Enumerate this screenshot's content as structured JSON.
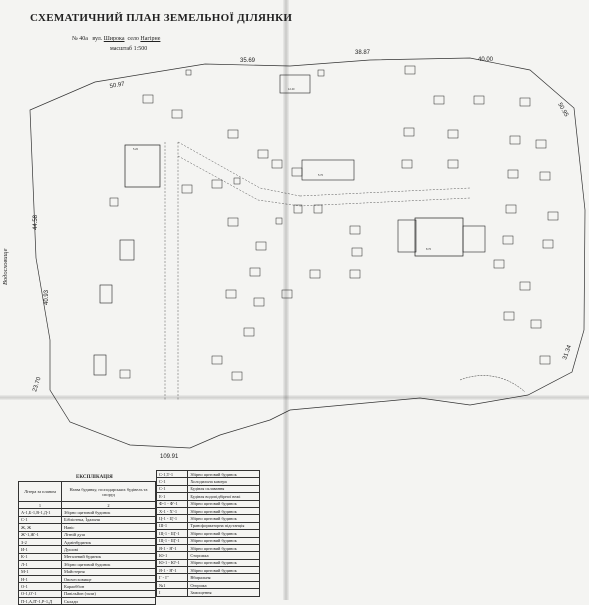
{
  "doc": {
    "title": "СХЕМАТИЧНИЙ ПЛАН ЗЕМЕЛЬНОЇ ДІЛЯНКИ",
    "number": "№ 40а",
    "street_prefix": "вул.",
    "street": "Широка",
    "village_prefix": "село",
    "village": "Нагірне",
    "scale": "масштаб 1:500",
    "side_label": "Водосховище"
  },
  "dimensions": {
    "top_left": "50.97",
    "top_mid": "35.69",
    "top_right1": "38.87",
    "top_right2": "40.00",
    "right_upper": "50.95",
    "right_lower": "31.34",
    "left_upper": "44.58",
    "left_mid": "40.93",
    "left_lower": "23.70",
    "bottom": "109.91"
  },
  "legend": {
    "title": "ЕКСПЛІКАЦІЯ",
    "col1": "Літера за планом",
    "col2": "Назва будинку, господарських будівель та споруд",
    "idx1": "1",
    "idx2": "2",
    "left_rows": [
      {
        "code": "А-1,Б-1,В-1,Д-1",
        "name": "Збірно щитовий будинок"
      },
      {
        "code": "С-1",
        "name": "Бібліотека, Їдальня"
      },
      {
        "code": "Ж, Ж",
        "name": "Навіс"
      },
      {
        "code": "Ж'-1,Ж'-1",
        "name": "Літній душ"
      },
      {
        "code": "З-2",
        "name": "Адмінбудинок"
      },
      {
        "code": "И-1",
        "name": "Душові"
      },
      {
        "code": "К-1",
        "name": "Металевий будинок"
      },
      {
        "code": "Л-1",
        "name": "Збірно щитовий будинок"
      },
      {
        "code": "М-1",
        "name": "Майстерня"
      },
      {
        "code": "Н-1",
        "name": "Овочесховище"
      },
      {
        "code": "О-1",
        "name": "Караоббон"
      },
      {
        "code": "О-1,О'-1",
        "name": "Павільйон (зали)"
      },
      {
        "code": "П-1,А,П'-1,Р-1,Д",
        "name": "Склади"
      }
    ],
    "right_rows": [
      {
        "code": "С-1,Т-1",
        "name": "Збірно щитовий будинок"
      },
      {
        "code": "С-1",
        "name": "Холодильна камера"
      },
      {
        "code": "С-1",
        "name": "Будівля склавання"
      },
      {
        "code": "Е-1",
        "name": "Будівля водопідбірної вежі"
      },
      {
        "code": "Ф-1 - Ф'-1",
        "name": "Збірно щитовий будинок"
      },
      {
        "code": "Х-1 - Х'-1",
        "name": "Збірно щитовий будинок"
      },
      {
        "code": "Ц-1 - Ц'-1",
        "name": "Збірно щитовий будинок"
      },
      {
        "code": "Ш-1",
        "name": "Трансформаторна підстанція"
      },
      {
        "code": "Щ-1 - Щ'-1",
        "name": "Збірно щитовий будинок"
      },
      {
        "code": "Щ-1 - Щ'-1",
        "name": "Збірно щитовий будинок"
      },
      {
        "code": "Я-1 - Я'-1",
        "name": "Збірно щитовий будинок"
      },
      {
        "code": "Ю-1",
        "name": "Сторожка"
      },
      {
        "code": "Ю-1 - Ю'-1",
        "name": "Збірно щитовий будинок"
      },
      {
        "code": "Я-1 - Я'-1",
        "name": "Збірно щитовий будинок"
      },
      {
        "code": "Г - Г'",
        "name": "Вбиральня"
      },
      {
        "code": "№1",
        "name": "Огорожа"
      },
      {
        "code": "І",
        "name": "Замощення"
      }
    ]
  }
}
